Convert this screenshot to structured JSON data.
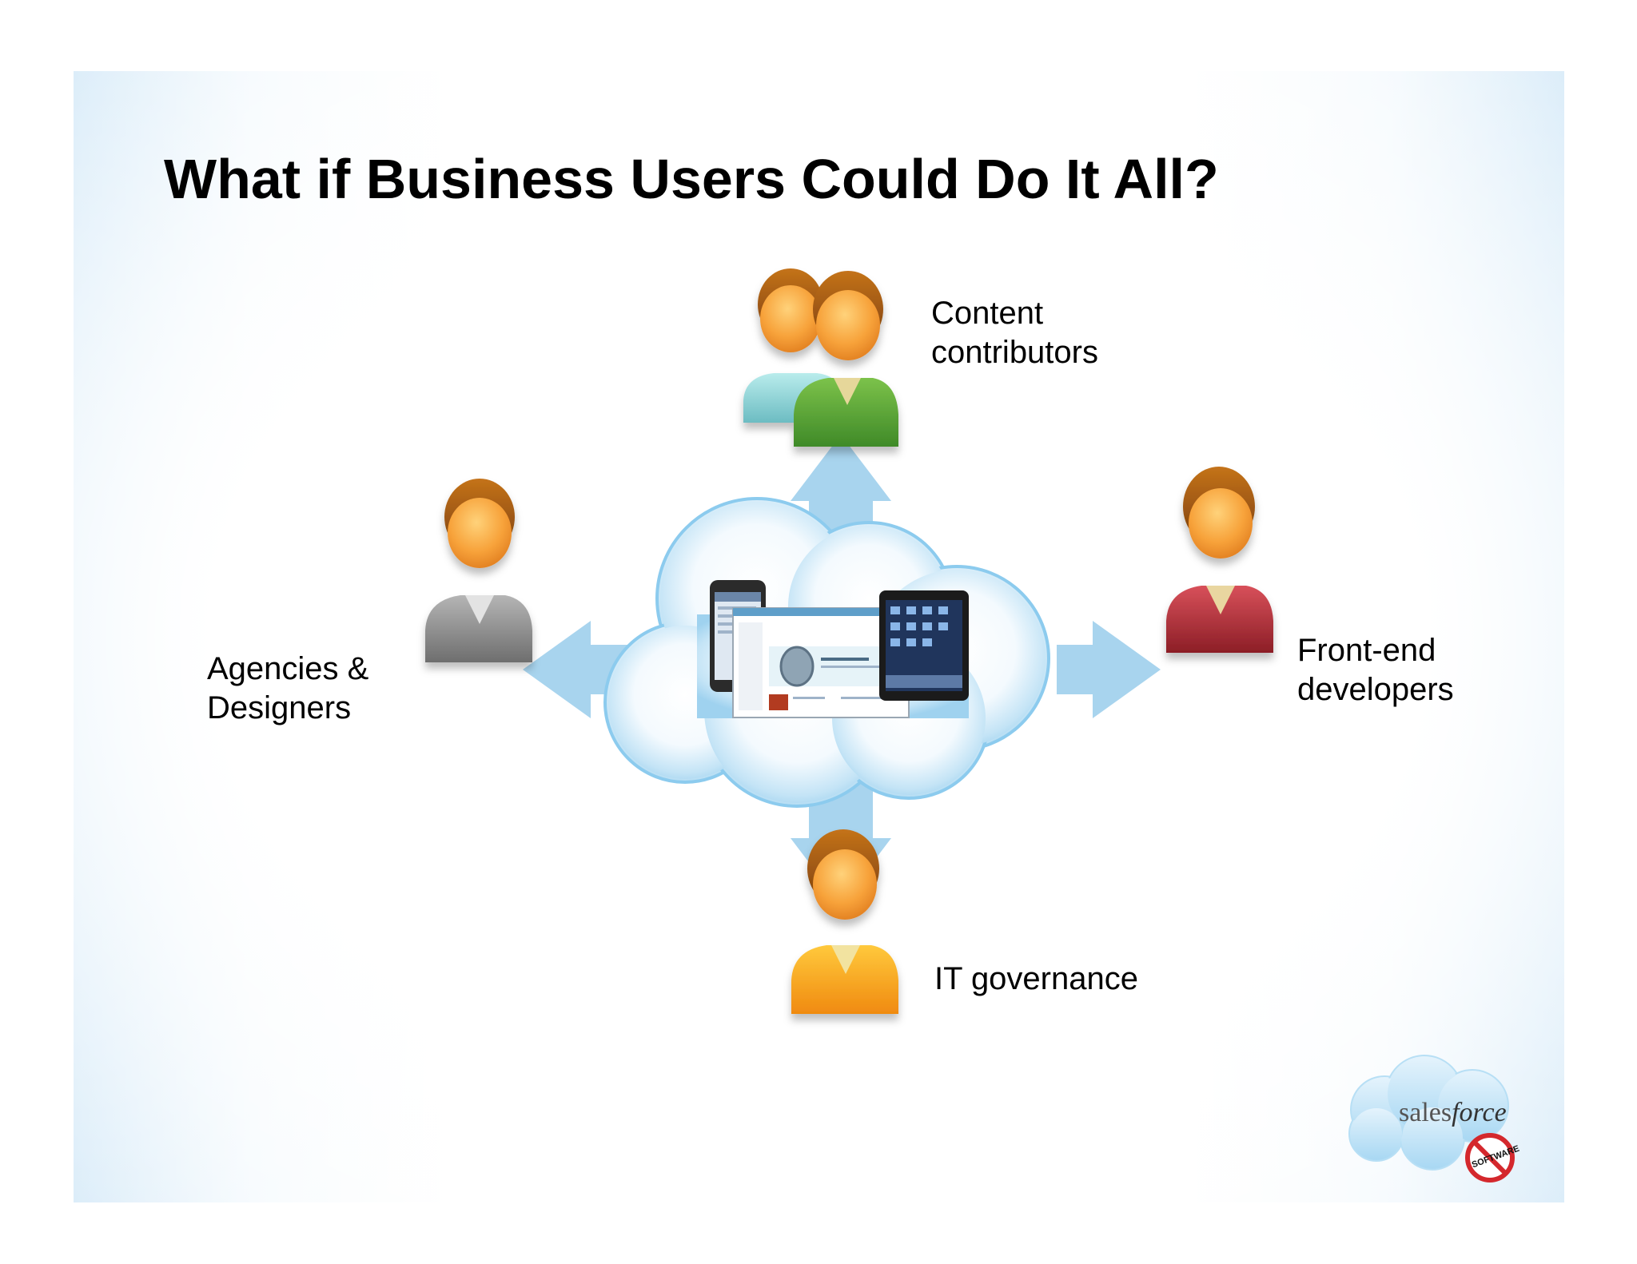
{
  "slide": {
    "title": "What if Business Users Could Do It All?"
  },
  "roles": {
    "content": {
      "line1": "Content",
      "line2": "contributors",
      "shirt_color": "#5aa83a",
      "shirt_color_back": "#8fd3d3"
    },
    "agencies": {
      "line1": "Agencies &",
      "line2": "Designers",
      "shirt_color": "#8e8e8e"
    },
    "frontend": {
      "line1": "Front-end",
      "line2": "developers",
      "shirt_color": "#b8303a"
    },
    "it": {
      "line1": "IT governance",
      "shirt_color": "#f7a21b"
    }
  },
  "center": {
    "cloud_color": "#9fd2ef",
    "arrow_color": "#a8d4ee"
  },
  "logo": {
    "word_light": "sales",
    "word_bold": "force",
    "badge_text": "SOFTWARE",
    "icon": "no-sign-icon"
  },
  "icons": [
    "person-icon",
    "group-icon",
    "cloud-icon",
    "phone-icon",
    "tablet-icon",
    "browser-window-icon",
    "arrow-up-icon",
    "arrow-down-icon",
    "arrow-left-icon",
    "arrow-right-icon"
  ]
}
